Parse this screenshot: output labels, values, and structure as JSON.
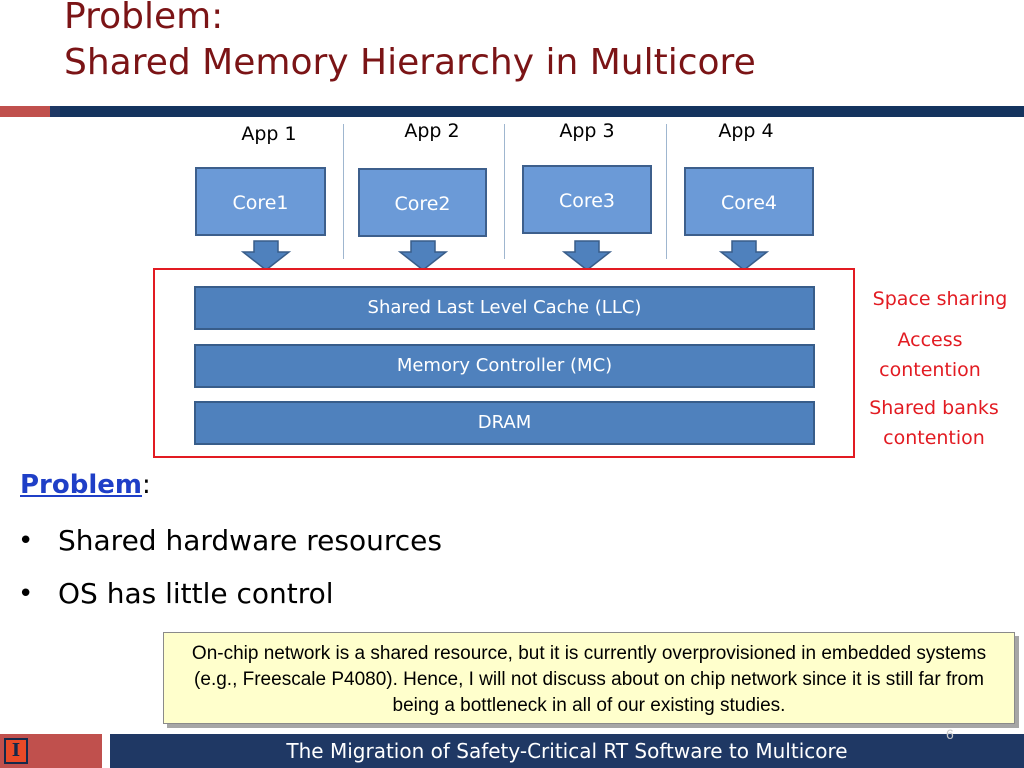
{
  "title": {
    "line1": "Problem:",
    "line2": "Shared Memory Hierarchy in Multicore"
  },
  "apps": [
    {
      "label": "App 1",
      "core": "Core1"
    },
    {
      "label": "App 2",
      "core": "Core2"
    },
    {
      "label": "App 3",
      "core": "Core3"
    },
    {
      "label": "App 4",
      "core": "Core4"
    }
  ],
  "layers": {
    "llc": "Shared Last Level Cache (LLC)",
    "mc": "Memory Controller (MC)",
    "dram": "DRAM"
  },
  "side_notes": {
    "llc": "Space sharing",
    "mc_line1": "Access",
    "mc_line2": "contention",
    "dram_line1": "Shared banks",
    "dram_line2": "contention"
  },
  "problem": {
    "keyword": "Problem",
    "colon": ":",
    "bullets": [
      "Shared hardware resources",
      "OS has little control"
    ]
  },
  "note": "On-chip network is a shared resource, but it is currently overprovisioned in embedded systems (e.g., Freescale P4080). Hence, I will not discuss about on chip network since it is still far from being a bottleneck in all of our existing studies.",
  "footer": {
    "text": "The Migration of Safety-Critical RT Software to Multicore",
    "page": "6",
    "logo_letter": "I"
  },
  "colors": {
    "title": "#7b1416",
    "core_fill": "#6b9ad7",
    "bar_fill": "#4f81bd",
    "alert_red": "#e21b22",
    "footer_navy": "#1f3864",
    "footer_red": "#c0504d",
    "note_fill": "#ffffcc"
  }
}
